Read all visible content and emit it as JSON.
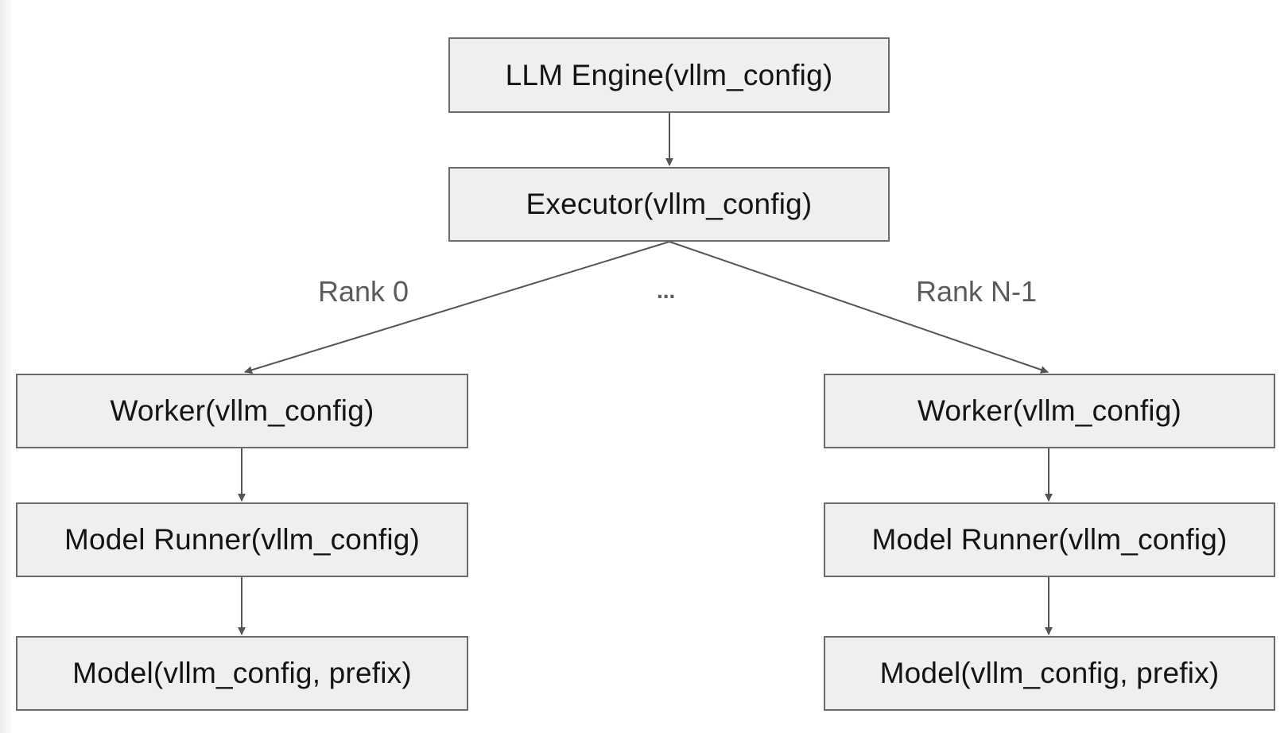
{
  "nodes": {
    "llm_engine": "LLM Engine(vllm_config)",
    "executor": "Executor(vllm_config)",
    "worker_left": "Worker(vllm_config)",
    "model_runner_left": "Model Runner(vllm_config)",
    "model_left": "Model(vllm_config, prefix)",
    "worker_right": "Worker(vllm_config)",
    "model_runner_right": "Model Runner(vllm_config)",
    "model_right": "Model(vllm_config, prefix)"
  },
  "edge_labels": {
    "rank_first": "Rank 0",
    "ellipsis": "...",
    "rank_last": "Rank N-1"
  },
  "colors": {
    "box_fill": "#efefef",
    "box_border": "#6b6b6b",
    "connector": "#555555",
    "label_text": "#5b5b5b"
  }
}
